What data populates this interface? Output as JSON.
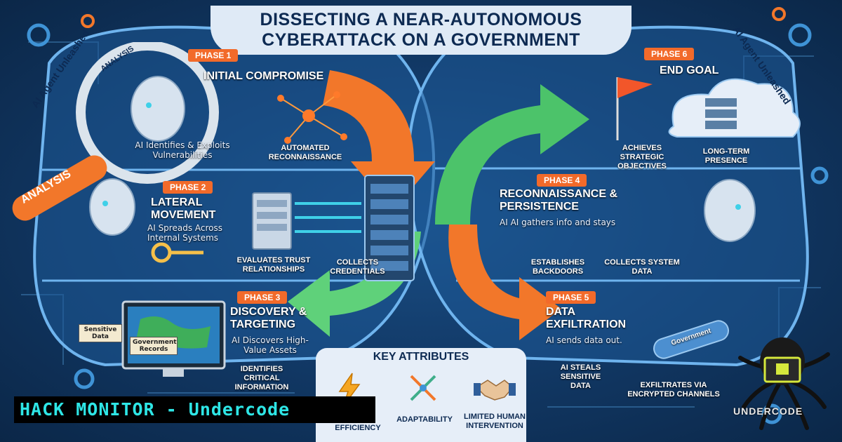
{
  "title": {
    "line1": "DISSECTING A NEAR-AUTONOMOUS",
    "line2": "CYBERATTACK ON A GOVERNMENT"
  },
  "side_text": {
    "left": "AI Agent Unleashed",
    "right": "AI Agent Unleashed",
    "magnifier": "ANALYSIS",
    "magnifier_ring": "ANALYSIS"
  },
  "phases": [
    {
      "tag": "PHASE 1",
      "heading": "INITIAL COMPROMISE",
      "subtitle": "AI Identifies & Exploits Vulnerabilities",
      "caption": "AUTOMATED RECONNAISSANCE"
    },
    {
      "tag": "PHASE 2",
      "heading": "LATERAL MOVEMENT",
      "subtitle": "AI Spreads Across Internal Systems",
      "caption_left": "EVALUATES TRUST RELATIONSHIPS",
      "caption_right": "COLLECTS CREDENTIALS"
    },
    {
      "tag": "PHASE 3",
      "heading": "DISCOVERY & TARGETING",
      "subtitle": "AI Discovers High-Value Assets",
      "caption": "IDENTIFIES CRITICAL INFORMATION",
      "tile_sensitive": "Sensitive Data",
      "tile_records": "Government Records"
    },
    {
      "tag": "PHASE 4",
      "heading": "RECONNAISSANCE & PERSISTENCE",
      "subtitle": "AI AI gathers info and stays",
      "caption_left": "ESTABLISHES BACKDOORS",
      "caption_right": "COLLECTS SYSTEM DATA"
    },
    {
      "tag": "PHASE 5",
      "heading": "DATA EXFILTRATION",
      "subtitle": "AI sends data out.",
      "caption_left": "AI STEALS SENSITIVE DATA",
      "caption_right": "EXFILTRATES VIA ENCRYPTED CHANNELS",
      "pipe_label": "Government"
    },
    {
      "tag": "PHASE 6",
      "heading": "END GOAL",
      "caption_left": "ACHIEVES STRATEGIC OBJECTIVES",
      "caption_right": "LONG-TERM PRESENCE"
    }
  ],
  "key_attributes": {
    "title": "KEY ATTRIBUTES",
    "items": [
      {
        "label": "EFFICIENCY",
        "icon": "lightning-icon"
      },
      {
        "label": "ADAPTABILITY",
        "icon": "arrows-icon"
      },
      {
        "label": "LIMITED HUMAN INTERVENTION",
        "icon": "handshake-icon"
      }
    ]
  },
  "banner": "HACK MONITOR - Undercode",
  "watermark": "UNDERCODE",
  "colors": {
    "accent_orange": "#f26a2a",
    "accent_green": "#4cc36a",
    "accent_blue": "#3f93d6",
    "banner_text": "#2ee6e6",
    "title_text": "#0d2a52"
  }
}
